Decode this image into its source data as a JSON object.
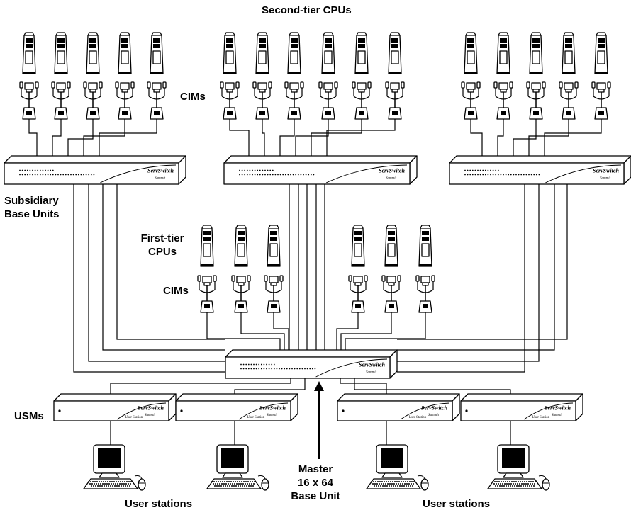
{
  "labels": {
    "second_tier": "Second-tier CPUs",
    "cims_top": "CIMs",
    "subsidiary_line1": "Subsidiary",
    "subsidiary_line2": "Base Units",
    "first_tier_line1": "First-tier",
    "first_tier_line2": "CPUs",
    "cims_mid": "CIMs",
    "usms": "USMs",
    "master_line1": "Master",
    "master_line2": "16 x 64",
    "master_line3": "Base Unit",
    "user_stations_left": "User stations",
    "user_stations_right": "User stations"
  },
  "brand": {
    "line1": "ServSwitch",
    "line2": "Summit"
  },
  "usm_caption": "User Station",
  "icons": {
    "cpu": "tower-cpu-icon",
    "cim": "cim-adapter-icon",
    "base_unit": "base-unit-icon",
    "usm": "user-station-module-icon",
    "workstation": "computer-monitor-icon",
    "mouse": "mouse-icon",
    "arrow": "arrow-up-icon"
  }
}
